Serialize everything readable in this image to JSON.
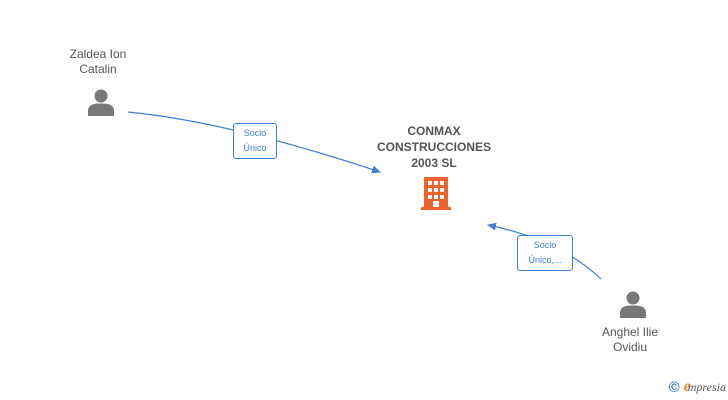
{
  "nodes": {
    "person1": {
      "name": "Zaldea Ion\nCatalin"
    },
    "person2": {
      "name": "Anghel Ilie\nOvidiu"
    },
    "company": {
      "name": "CONMAX\nCONSTRUCCIONES\n2003 SL"
    }
  },
  "edges": [
    {
      "label": "Socio\nÚnico"
    },
    {
      "label": "Socio\nÚnico,..."
    }
  ],
  "footer": {
    "copyright_symbol": "©",
    "brand_initial": "e",
    "brand_rest": "mpresia"
  },
  "colors": {
    "edge": "#3d7fd4",
    "person_icon": "#777777",
    "company_icon": "#f0622e",
    "brand_accent": "#f08a24"
  }
}
